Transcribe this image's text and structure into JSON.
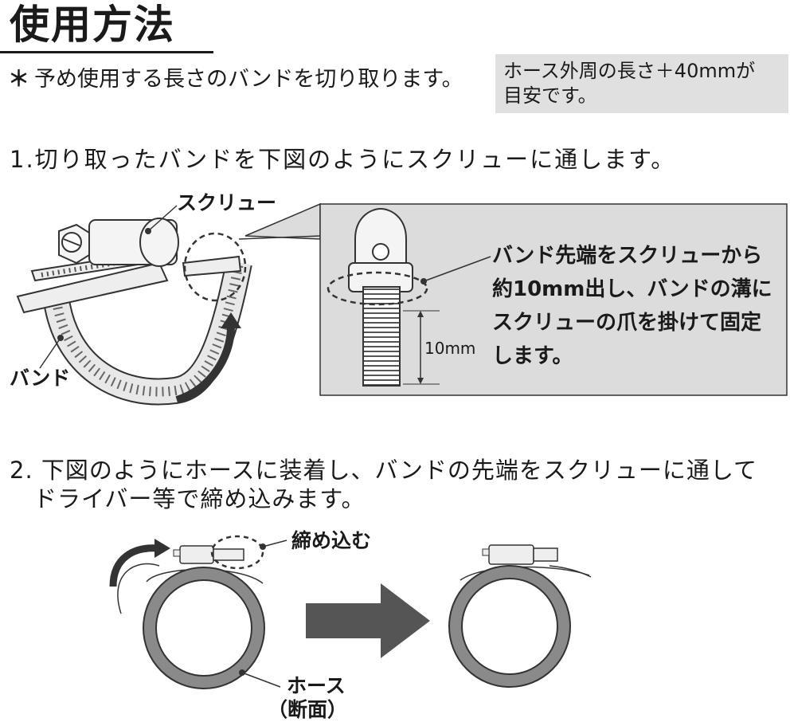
{
  "header": {
    "title": "使用方法"
  },
  "note": {
    "mark": "＊",
    "text": "予め使用する長さのバンドを切り取ります。",
    "box_line1": "ホース外周の長さ＋40mmが",
    "box_line2": "目安です。"
  },
  "step1": {
    "text": "1.切り取ったバンドを下図のようにスクリューに通します。",
    "label_screw": "スクリュー",
    "label_band": "バンド",
    "dimension": "10mm",
    "desc_lines": [
      "バンド先端をスクリューから",
      "約10mm出し、バンドの溝に",
      "スクリューの爪を掛けて固定",
      "します。"
    ]
  },
  "step2": {
    "line1": "2. 下図のようにホースに装着し、バンドの先端をスクリューに通して",
    "line2": "ドライバー等で締め込みます。",
    "label_tighten": "締め込む",
    "label_hose": "ホース",
    "label_section": "（断面）"
  },
  "colors": {
    "text": "#1a1a1a",
    "gray_panel": "#dcdcdc",
    "note_box": "#e0e0e0",
    "hose": "#8a8a8a",
    "arrow": "#555555"
  }
}
